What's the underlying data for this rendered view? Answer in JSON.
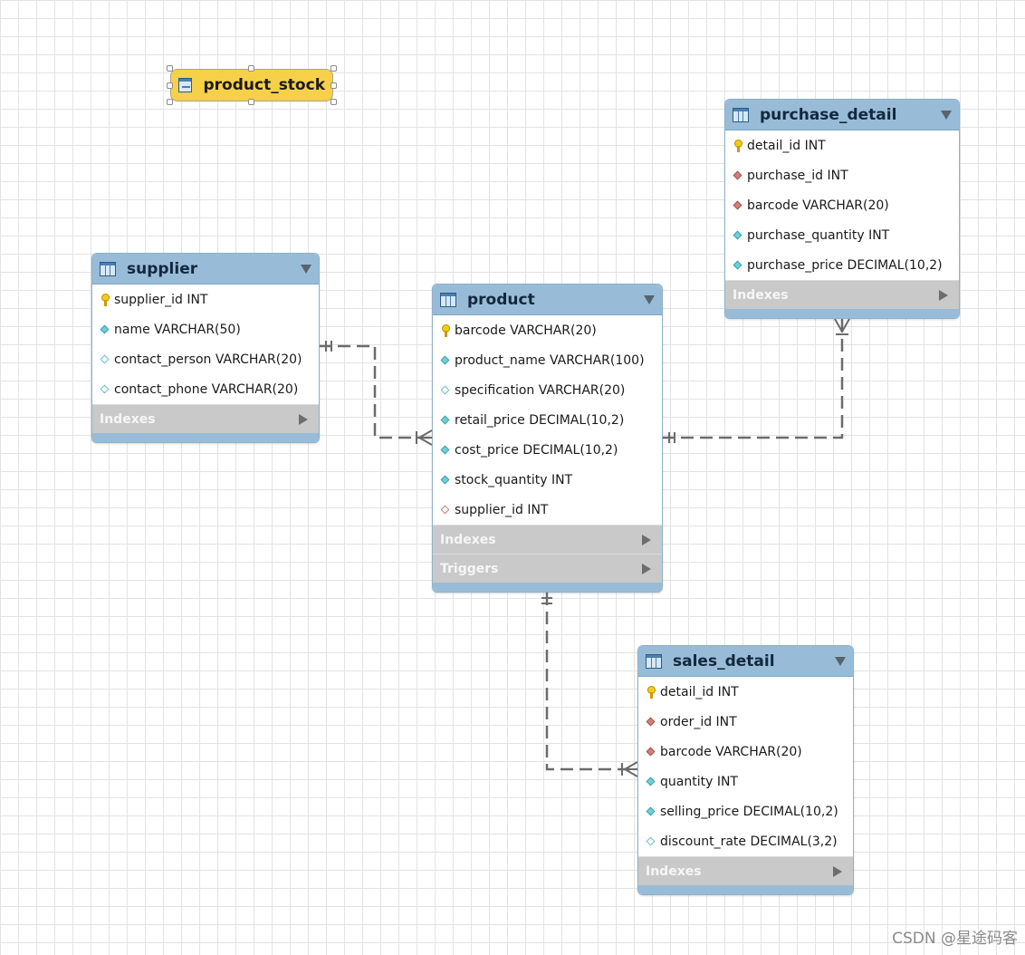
{
  "view": {
    "name": "product_stock",
    "icon": "view-icon"
  },
  "tables": {
    "supplier": {
      "name": "supplier",
      "columns": [
        {
          "text": "supplier_id INT",
          "key": "pk"
        },
        {
          "text": "name VARCHAR(50)",
          "key": "nn"
        },
        {
          "text": "contact_person VARCHAR(20)",
          "key": "opt"
        },
        {
          "text": "contact_phone VARCHAR(20)",
          "key": "opt"
        }
      ],
      "sections": [
        "Indexes"
      ]
    },
    "product": {
      "name": "product",
      "columns": [
        {
          "text": "barcode VARCHAR(20)",
          "key": "pk"
        },
        {
          "text": "product_name VARCHAR(100)",
          "key": "nn"
        },
        {
          "text": "specification VARCHAR(20)",
          "key": "opt"
        },
        {
          "text": "retail_price DECIMAL(10,2)",
          "key": "nn"
        },
        {
          "text": "cost_price DECIMAL(10,2)",
          "key": "nn"
        },
        {
          "text": "stock_quantity INT",
          "key": "nn"
        },
        {
          "text": "supplier_id INT",
          "key": "optfk"
        }
      ],
      "sections": [
        "Indexes",
        "Triggers"
      ]
    },
    "purchase_detail": {
      "name": "purchase_detail",
      "columns": [
        {
          "text": "detail_id INT",
          "key": "pk"
        },
        {
          "text": "purchase_id INT",
          "key": "fk"
        },
        {
          "text": "barcode VARCHAR(20)",
          "key": "fk"
        },
        {
          "text": "purchase_quantity INT",
          "key": "nn"
        },
        {
          "text": "purchase_price DECIMAL(10,2)",
          "key": "nn"
        }
      ],
      "sections": [
        "Indexes"
      ]
    },
    "sales_detail": {
      "name": "sales_detail",
      "columns": [
        {
          "text": "detail_id INT",
          "key": "pk"
        },
        {
          "text": "order_id INT",
          "key": "fk"
        },
        {
          "text": "barcode VARCHAR(20)",
          "key": "fk"
        },
        {
          "text": "quantity INT",
          "key": "nn"
        },
        {
          "text": "selling_price DECIMAL(10,2)",
          "key": "nn"
        },
        {
          "text": "discount_rate DECIMAL(3,2)",
          "key": "opt"
        }
      ],
      "sections": [
        "Indexes"
      ]
    }
  },
  "relationships": [
    {
      "from": "supplier",
      "to": "product",
      "from_card": "one",
      "to_card": "many"
    },
    {
      "from": "product",
      "to": "purchase_detail",
      "from_card": "one",
      "to_card": "many"
    },
    {
      "from": "product",
      "to": "sales_detail",
      "from_card": "one",
      "to_card": "many"
    }
  ],
  "watermark": "CSDN @星途码客",
  "colors": {
    "header": "#98bcd8",
    "section": "#c9c9c9",
    "view": "#f7d04a",
    "pk": "#f5cc14",
    "fk": "#d4807a",
    "nn": "#6fd0d6",
    "connector": "#6b6b6b"
  }
}
